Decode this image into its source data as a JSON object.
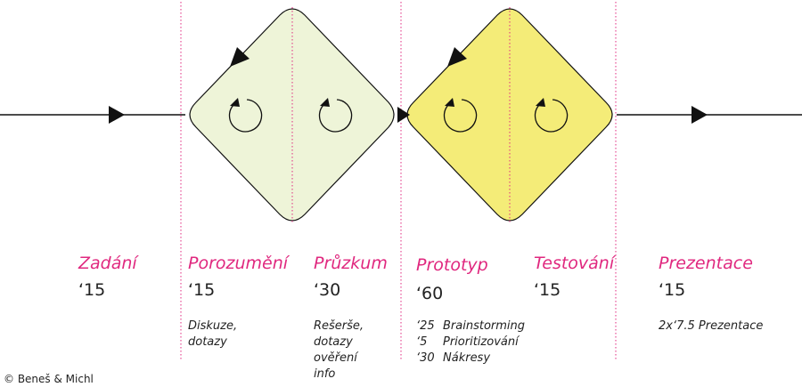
{
  "colors": {
    "phase_title": "#e0287f",
    "divider": "#e0287f",
    "diamond_1_fill": "#eef4d8",
    "diamond_2_fill": "#f4ec78",
    "line": "#111111"
  },
  "icons": [
    "loop-arrow-icon",
    "arrow-head-icon"
  ],
  "phases": [
    {
      "title": "Zadání",
      "time": "‘15",
      "notes": []
    },
    {
      "title": "Porozumění",
      "time": "‘15",
      "notes": [
        "Diskuze,",
        "dotazy"
      ]
    },
    {
      "title": "Průzkum",
      "time": "‘30",
      "notes": [
        "Rešerše,",
        "dotazy",
        "ověření",
        "info"
      ]
    },
    {
      "title": "Prototyp",
      "time": "‘60",
      "notes": [
        {
          "time": "‘25",
          "label": "Brainstorming"
        },
        {
          "time": "‘5",
          "label": "Prioritizování"
        },
        {
          "time": "‘30",
          "label": "Nákresy"
        }
      ]
    },
    {
      "title": "Testování",
      "time": "‘15",
      "notes": []
    },
    {
      "title": "Prezentace",
      "time": "‘15",
      "notes": [
        "2x‘7.5 Prezentace"
      ]
    }
  ],
  "copyright": "© Beneš & Michl"
}
